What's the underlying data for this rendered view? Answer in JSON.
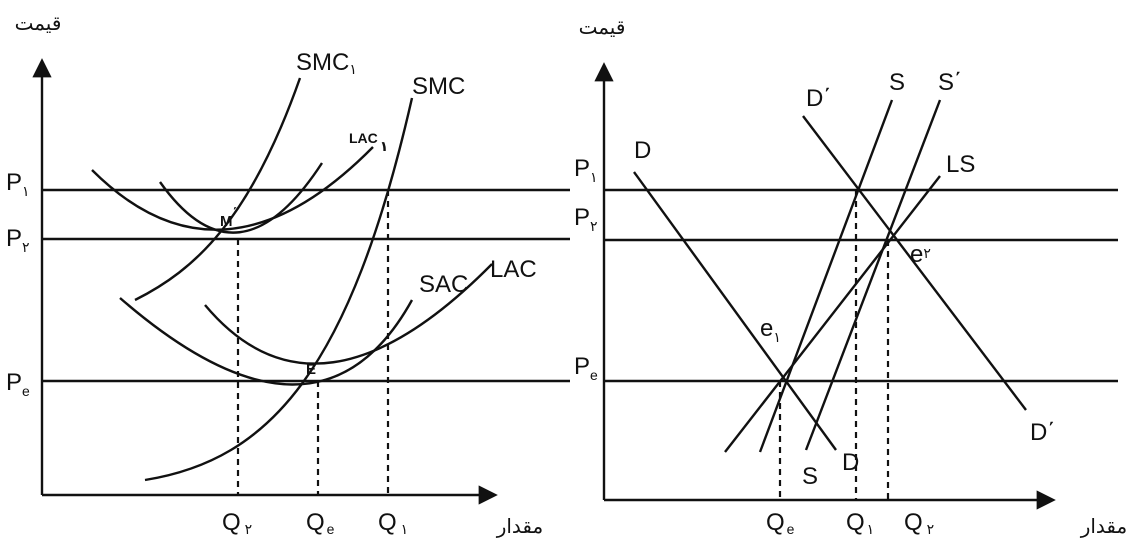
{
  "left_panel": {
    "y_axis_title": "قیمت",
    "x_axis_title": "مقدار",
    "price_labels": [
      {
        "main": "P",
        "sub": "۱"
      },
      {
        "main": "P",
        "sub": "۲"
      },
      {
        "main": "P",
        "sub": "e"
      }
    ],
    "quantity_labels": [
      {
        "main": "Q",
        "sub": "۲"
      },
      {
        "main": "Q",
        "sub": "e"
      },
      {
        "main": "Q",
        "sub": "۱"
      }
    ],
    "curves": {
      "smc1": {
        "main": "SMC",
        "sub": "۱"
      },
      "smc": "SMC",
      "lac1": {
        "main": "LAC",
        "sub": "۱"
      },
      "sac": "SAC",
      "lac": "LAC"
    },
    "points": {
      "m": "M",
      "m_mark": "΄",
      "e": "E"
    }
  },
  "right_panel": {
    "y_axis_title": "قیمت",
    "x_axis_title": "مقدار",
    "price_labels": [
      {
        "main": "P",
        "sub": "۱"
      },
      {
        "main": "P",
        "sub": "۲"
      },
      {
        "main": "P",
        "sub": "e"
      }
    ],
    "quantity_labels": [
      {
        "main": "Q",
        "sub": "e"
      },
      {
        "main": "Q",
        "sub": "۱"
      },
      {
        "main": "Q",
        "sub": "۲"
      }
    ],
    "curves": {
      "d": "D",
      "d_prime": "D΄",
      "s": "S",
      "s_prime": "S΄",
      "ls": "LS"
    },
    "points": {
      "e1": {
        "main": "e",
        "sub": "۱"
      },
      "e2": {
        "main": "e",
        "sub": "۲"
      }
    }
  }
}
